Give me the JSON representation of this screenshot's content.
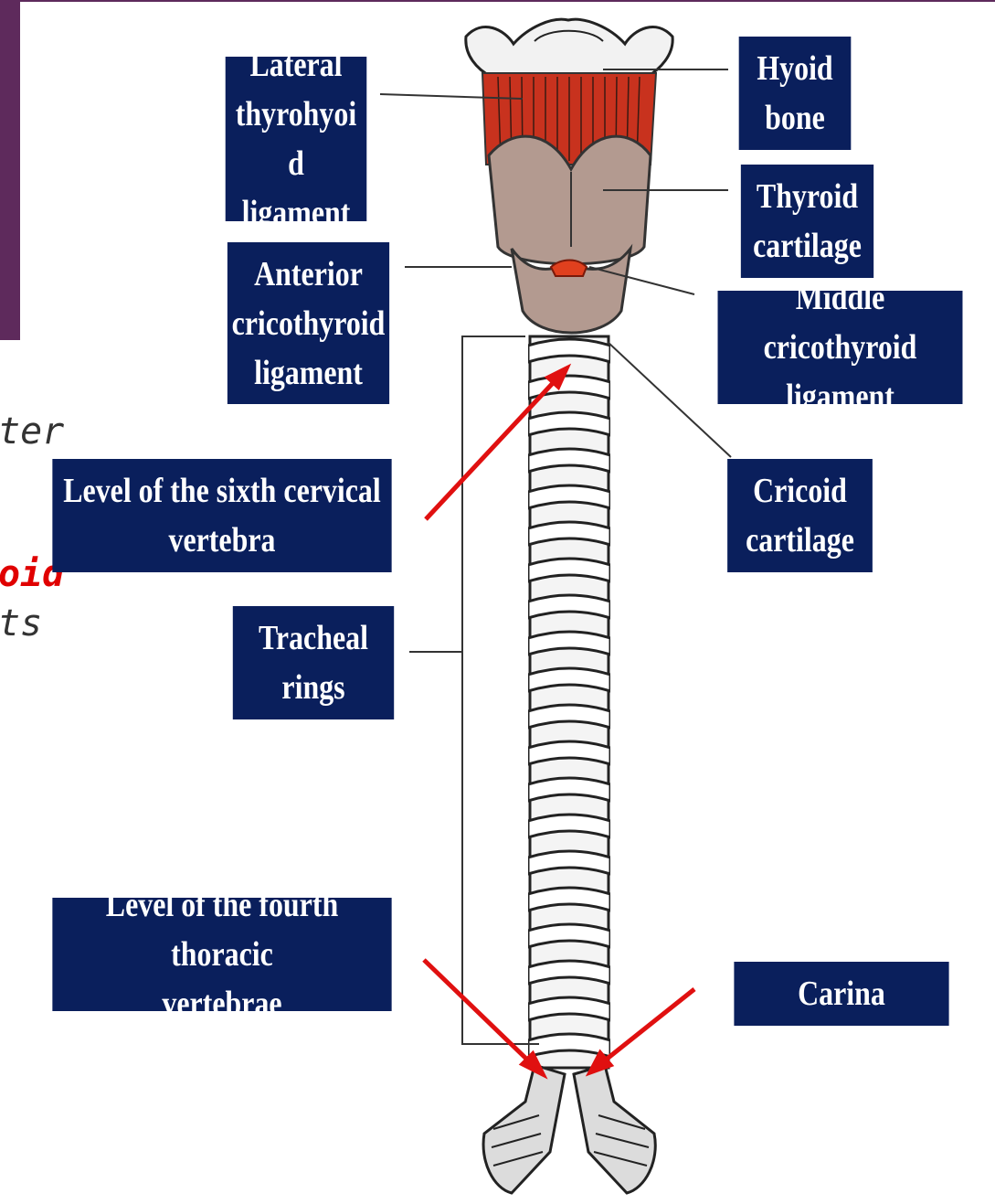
{
  "slide_fragments": {
    "line1": "ter",
    "line2": "oid",
    "line3": "ts"
  },
  "labels": {
    "lateral_thyrohyoid": "Lateral\nthyrohyoi\nd ligament",
    "hyoid_bone": "Hyoid\nbone",
    "thyroid_cartilage": "Thyroid\ncartilage",
    "anterior_cricothyroid": "Anterior\ncricothyroid\nligament",
    "middle_cricothyroid": "Middle cricothyroid\nligament",
    "sixth_cervical": "Level of the sixth cervical\nvertebra",
    "cricoid_cartilage": "Cricoid\ncartilage",
    "tracheal_rings": "Tracheal\nrings",
    "fourth_thoracic": "Level of the fourth thoracic\nvertebrae",
    "carina": "Carina"
  },
  "colors": {
    "label_bg": "#0a1f5c",
    "accent": "#5e2a5c",
    "arrow": "#e01010",
    "cartilage": "#b39a90",
    "muscle": "#c8321e"
  }
}
